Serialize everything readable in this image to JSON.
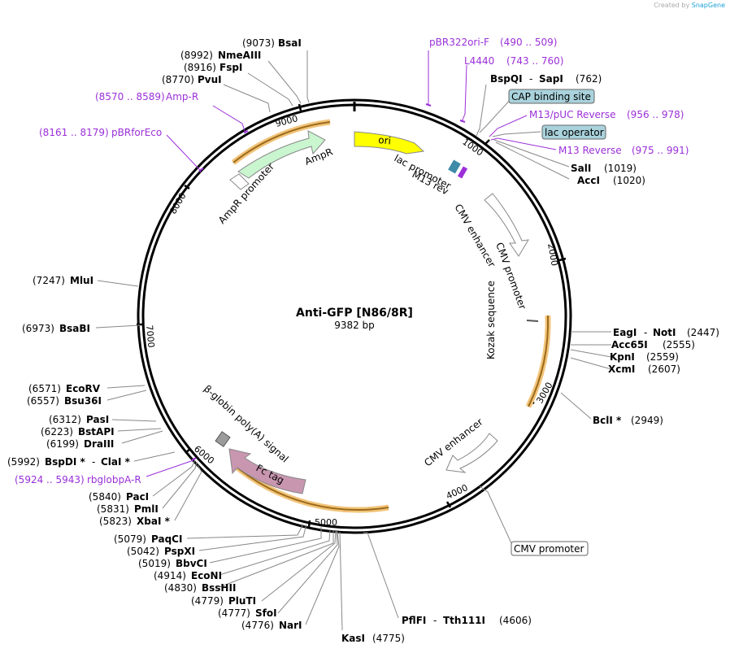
{
  "created_by": "Created by",
  "brand": "SnapGene",
  "plasmid": {
    "name": "Anti-GFP [N86/8R]",
    "size": "9382 bp"
  },
  "tick_labels": [
    "1000",
    "2000",
    "3000",
    "4000",
    "5000",
    "6000",
    "7000",
    "8000",
    "9000"
  ],
  "enzymes": [
    {
      "name": "BsaI",
      "pos": "(9073)"
    },
    {
      "name": "NmeAIII",
      "pos": "(8992)"
    },
    {
      "name": "FspI",
      "pos": "(8916)"
    },
    {
      "name": "PvuI",
      "pos": "(8770)"
    },
    {
      "name": "BspQI",
      "name2": "SapI",
      "pos": "(762)"
    },
    {
      "name": "SalI",
      "pos": "(1019)"
    },
    {
      "name": "AccI",
      "pos": "(1020)"
    },
    {
      "name": "MluI",
      "pos": "(7247)"
    },
    {
      "name": "BsaBI",
      "pos": "(6973)"
    },
    {
      "name": "EagI",
      "name2": "NotI",
      "pos": "(2447)"
    },
    {
      "name": "Acc65I",
      "pos": "(2555)"
    },
    {
      "name": "KpnI",
      "pos": "(2559)"
    },
    {
      "name": "XcmI",
      "pos": "(2607)"
    },
    {
      "name": "BclI *",
      "pos": "(2949)"
    },
    {
      "name": "EcoRV",
      "pos": "(6571)"
    },
    {
      "name": "Bsu36I",
      "pos": "(6557)"
    },
    {
      "name": "PasI",
      "pos": "(6312)"
    },
    {
      "name": "BstAPI",
      "pos": "(6223)"
    },
    {
      "name": "DraIII",
      "pos": "(6199)"
    },
    {
      "name": "BspDI *",
      "name2": "ClaI *",
      "pos": "(5992)"
    },
    {
      "name": "PacI",
      "pos": "(5840)"
    },
    {
      "name": "PmlI",
      "pos": "(5831)"
    },
    {
      "name": "XbaI *",
      "pos": "(5823)"
    },
    {
      "name": "PaqCI",
      "pos": "(5079)"
    },
    {
      "name": "PspXI",
      "pos": "(5042)"
    },
    {
      "name": "BbvCI",
      "pos": "(5019)"
    },
    {
      "name": "EcoNI",
      "pos": "(4914)"
    },
    {
      "name": "BssHII",
      "pos": "(4830)"
    },
    {
      "name": "PluTI",
      "pos": "(4779)"
    },
    {
      "name": "SfoI",
      "pos": "(4777)"
    },
    {
      "name": "NarI",
      "pos": "(4776)"
    },
    {
      "name": "KasI",
      "pos": "(4775)"
    },
    {
      "name": "PflFI",
      "name2": "Tth111I",
      "pos": "(4606)"
    }
  ],
  "primers": [
    {
      "name": "pBR322ori-F",
      "range": "(490 .. 509)"
    },
    {
      "name": "L4440",
      "range": "(743 .. 760)"
    },
    {
      "name": "M13/pUC Reverse",
      "range": "(956 .. 978)"
    },
    {
      "name": "M13 Reverse",
      "range": "(975 .. 991)"
    },
    {
      "name": "Amp-R",
      "range": "(8570 .. 8589)"
    },
    {
      "name": "pBRforEco",
      "range": "(8161 .. 8179)"
    },
    {
      "name": "rbglobpA-R",
      "range": "(5924 .. 5943)"
    }
  ],
  "boxed": [
    {
      "text": "CAP binding site",
      "color": "#a9d2dc"
    },
    {
      "text": "lac operator",
      "color": "#a9d2dc"
    },
    {
      "text": "CMV promoter",
      "color": "#ffffff"
    }
  ],
  "features": {
    "ori": "ori",
    "ampr": "AmpR",
    "ampr_promoter": "AmpR promoter",
    "lac_promoter": "lac promoter",
    "m13_rev": "M13 rev",
    "cmv_enhancer": "CMV enhancer",
    "cmv_promoter": "CMV promoter",
    "kozak": "Kozak sequence",
    "cmv_enhancer2": "CMV enhancer",
    "fc_tag": "Fc tag",
    "bglobin": "β-globin poly(A) signal"
  }
}
